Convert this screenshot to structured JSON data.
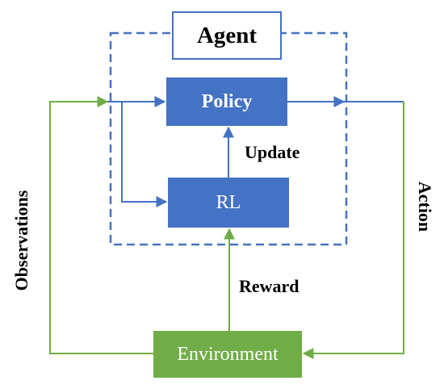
{
  "nodes": {
    "agent": "Agent",
    "policy": "Policy",
    "rl": "RL",
    "environment": "Environment"
  },
  "edges": {
    "update": "Update",
    "reward": "Reward",
    "observations": "Observations",
    "action": "Action"
  },
  "colors": {
    "blue": "#4472C4",
    "green": "#70AD47",
    "text": "#000000",
    "box_text": "#FFFFFF"
  }
}
